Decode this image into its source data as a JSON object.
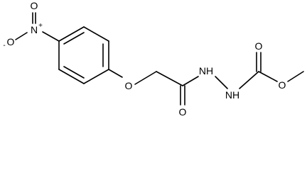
{
  "molecule": {
    "atoms": {
      "nitro_n": "N",
      "nitro_o_top": "O",
      "nitro_o_left": "O",
      "nitro_plus": "+",
      "nitro_minus": "-",
      "ether_o": "O",
      "carbonyl_o": "O",
      "nh_1": "NH",
      "nh_2": "NH",
      "ester_carbonyl_o": "O",
      "ester_o": "O"
    }
  }
}
